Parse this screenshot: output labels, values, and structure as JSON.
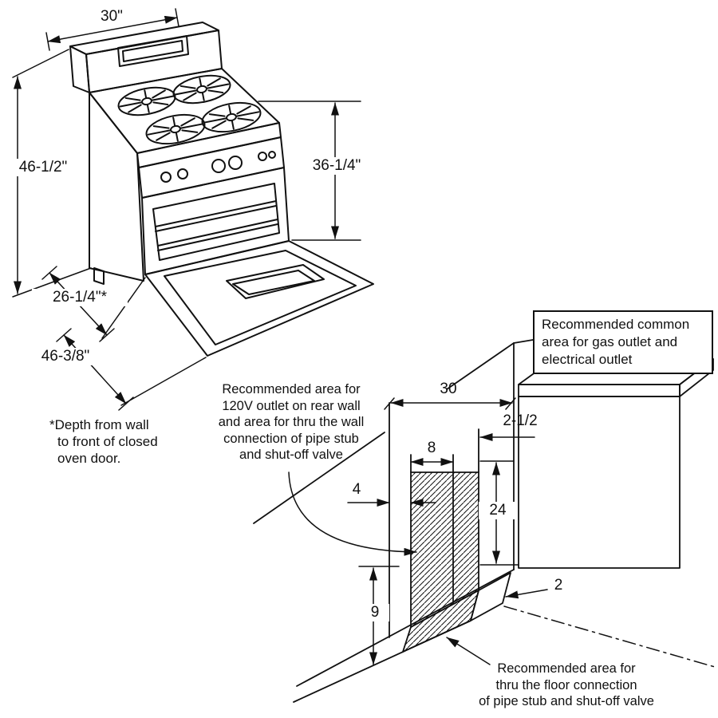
{
  "diagram": {
    "range": {
      "dim_width_top": "30\"",
      "dim_height_overall": "46-1/2\"",
      "dim_height_cooktop": "36-1/4\"",
      "dim_depth_closed": "26-1/4\"*",
      "dim_depth_door_open": "46-3/8\"",
      "footnote": [
        "*Depth from wall",
        "to front of closed",
        "oven door."
      ]
    },
    "installation": {
      "outlet_box_note": [
        "Recommended common",
        "area for gas outlet and",
        "electrical outlet"
      ],
      "rear_wall_note": [
        "Recommended area for",
        "120V outlet on rear wall",
        "and area for thru the wall",
        "connection of pipe stub",
        "and shut-off valve"
      ],
      "floor_note": [
        "Recommended area for",
        "thru the floor connection",
        "of pipe stub and shut-off valve"
      ],
      "dim_wall_width": "30",
      "dim_corner_offset": "2-1/2",
      "dim_area_width": "8",
      "dim_left_offset": "4",
      "dim_area_height": "24",
      "dim_floor_height": "9",
      "dim_floor_offset": "2"
    }
  },
  "colors": {
    "line": "#111111",
    "background": "#ffffff"
  }
}
